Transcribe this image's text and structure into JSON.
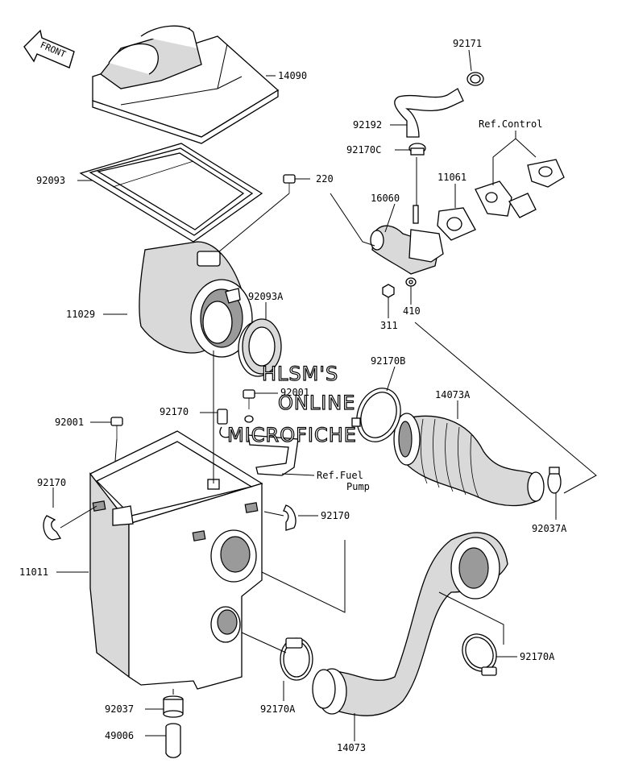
{
  "front_arrow": {
    "text": "FRONT"
  },
  "watermark": {
    "line1": "HLSM'S",
    "line2": "ONLINE",
    "line3": "MICROFICHE"
  },
  "labels": {
    "p14090": "14090",
    "p92093": "92093",
    "p220": "220",
    "p11029": "11029",
    "p92093A": "92093A",
    "p92001_top": "92001",
    "p92001_left": "92001",
    "p92170_top": "92170",
    "p92170_left": "92170",
    "p92170_right": "92170",
    "p11011": "11011",
    "p92037": "92037",
    "p49006": "49006",
    "p92170A_bottom": "92170A",
    "p14073": "14073",
    "p92170A_right": "92170A",
    "p92037A": "92037A",
    "p14073A": "14073A",
    "p92170B": "92170B",
    "p311": "311",
    "p410": "410",
    "p16060": "16060",
    "p11061": "11061",
    "p92170C": "92170C",
    "p92192": "92192",
    "p92171": "92171",
    "ref_control": "Ref.Control",
    "ref_fuel_1": "Ref.Fuel",
    "ref_fuel_2": "Pump"
  }
}
